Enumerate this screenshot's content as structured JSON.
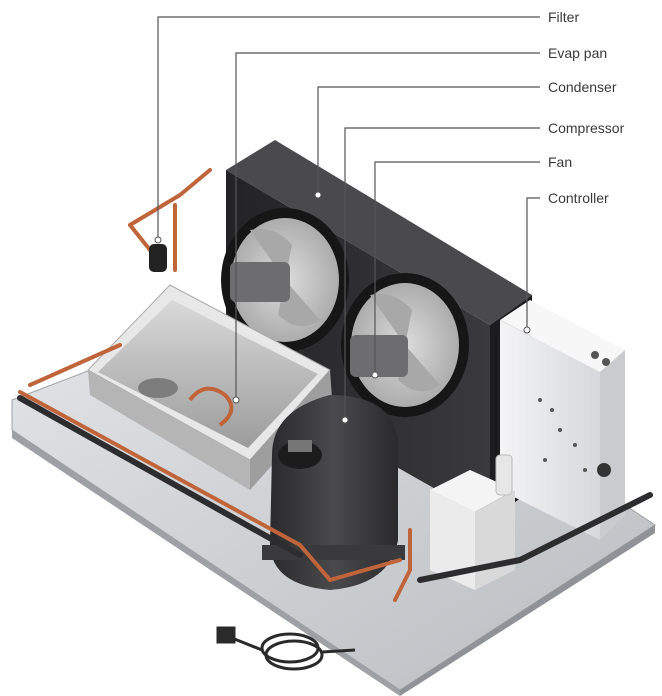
{
  "labels": {
    "filter": "Filter",
    "evap_pan": "Evap pan",
    "condenser": "Condenser",
    "compressor": "Compressor",
    "fan": "Fan",
    "controller": "Controller"
  },
  "colors": {
    "copper": "#c0643a",
    "condenser_body": "#2b2b2d",
    "base_plate": "#c9ccd0",
    "controller_box": "#e9eaec",
    "compressor_body": "#333436",
    "leader_line": "#555555"
  }
}
